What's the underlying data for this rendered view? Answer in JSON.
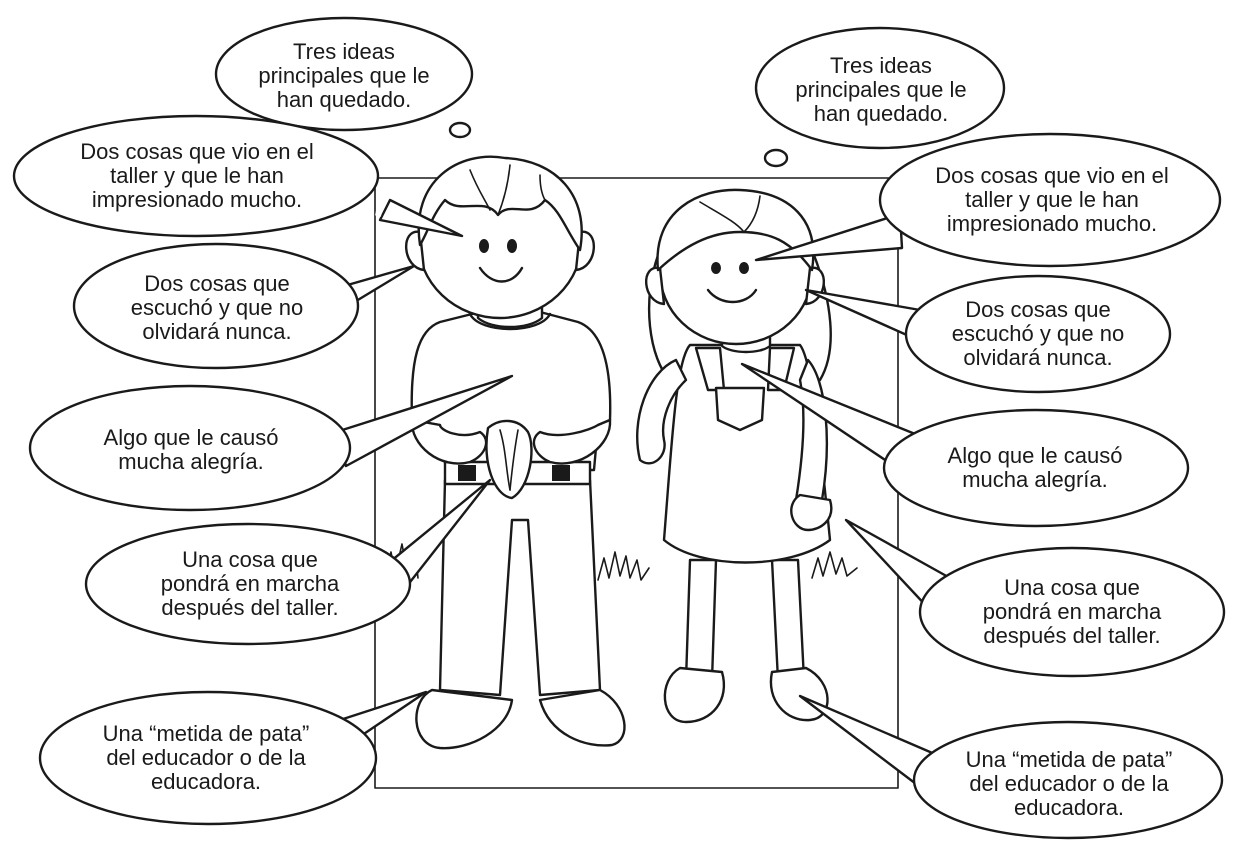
{
  "left_child": {
    "label": "boy",
    "bubbles": {
      "ideas": "Tres ideas\nprincipales que le\nhan quedado.",
      "saw": "Dos cosas que vio en el\ntaller y que le han\nimpresionado mucho.",
      "heard": "Dos cosas que\nescuchó y que no\nolvidará nunca.",
      "joy": "Algo que le causó\nmucha alegría.",
      "action": "Una cosa que\npondrá en marcha\ndespués del taller.",
      "mistake": "Una “metida de pata”\ndel educador o de la\neducadora."
    }
  },
  "right_child": {
    "label": "girl",
    "bubbles": {
      "ideas": "Tres ideas\nprincipales que le\nhan quedado.",
      "saw": "Dos cosas que vio en el\ntaller y que le han\nimpresionado mucho.",
      "heard": "Dos cosas que\nescuchó y que no\nolvidará nunca.",
      "joy": "Algo que le causó\nmucha alegría.",
      "action": "Una cosa que\npondrá en marcha\ndespués del taller.",
      "mistake": "Una “metida de pata”\ndel educador o de la\neducadora."
    }
  },
  "colors": {
    "ink": "#1a1a1a",
    "paper": "#ffffff"
  }
}
